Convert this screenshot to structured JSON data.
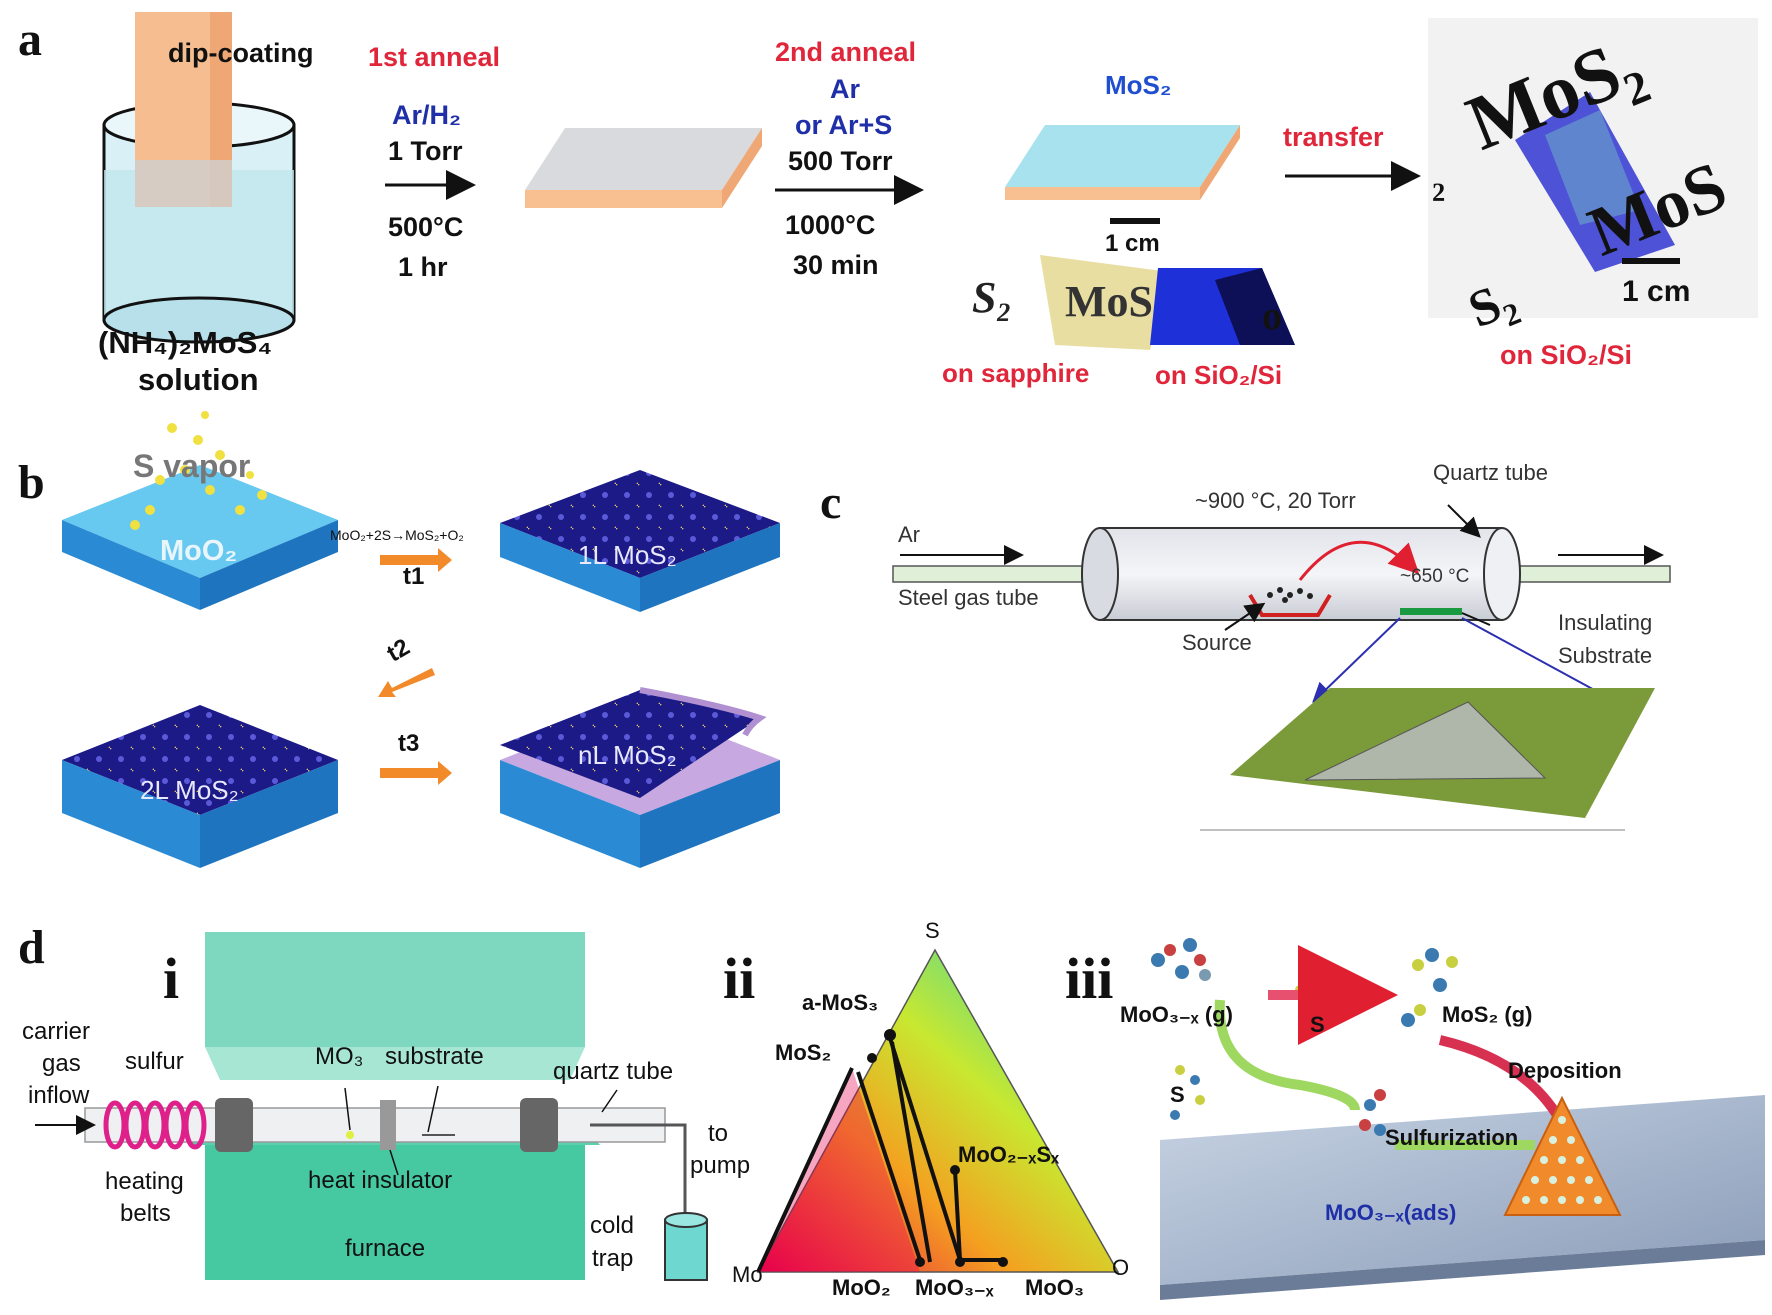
{
  "panels": {
    "a": "a",
    "b": "b",
    "c": "c",
    "d": "d",
    "i": "i",
    "ii": "ii",
    "iii": "iii"
  },
  "panel_a": {
    "dip_coating": "dip-coating",
    "solution_line1": "(NH₄)₂MoS₄",
    "solution_line2": "solution",
    "anneal1_title": "1st anneal",
    "anneal1_gas": "Ar/H₂",
    "anneal1_pressure": "1 Torr",
    "anneal1_temp": "500°C",
    "anneal1_time": "1 hr",
    "anneal2_title": "2nd anneal",
    "anneal2_gas1": "Ar",
    "anneal2_gas2": "or Ar+S",
    "anneal2_pressure": "500 Torr",
    "anneal2_temp": "1000°C",
    "anneal2_time": "30 min",
    "product": "MoS₂",
    "scale1": "1 cm",
    "transfer": "transfer",
    "on_sapphire": "on sapphire",
    "on_sio2_1": "on SiO₂/Si",
    "scale2": "1 cm",
    "on_sio2_2": "on SiO₂/Si",
    "photo_text_1": "MoS₂",
    "photo_text_2": "MoS",
    "photo_text_3": "S₂",
    "photo_text_4": "₂",
    "sapphire_text_1": "S₂",
    "sapphire_text_2": "MoS",
    "sio2_text": "o"
  },
  "panel_b": {
    "s_vapor": "S vapor",
    "moo2": "MoO₂",
    "reaction": "MoO₂+2S→MoS₂+O₂",
    "t1": "t1",
    "t2": "t2",
    "t3": "t3",
    "layer1": "1L MoS₂",
    "layer2": "2L MoS₂",
    "layern": "nL MoS₂"
  },
  "panel_c": {
    "temp": "~900 °C, 20 Torr",
    "quartz_tube": "Quartz tube",
    "ar": "Ar",
    "steel_tube": "Steel gas tube",
    "deposit_temp": "~650 °C",
    "source": "Source",
    "insulating1": "Insulating",
    "insulating2": "Substrate"
  },
  "panel_d_i": {
    "carrier1": "carrier",
    "carrier2": "gas",
    "carrier3": "inflow",
    "sulfur": "sulfur",
    "mo3": "MO₃",
    "substrate": "substrate",
    "quartz": "quartz tube",
    "to1": "to",
    "to2": "pump",
    "heating1": "heating",
    "heating2": "belts",
    "insulator": "heat insulator",
    "cold1": "cold",
    "cold2": "trap",
    "furnace": "furnace"
  },
  "panel_d_ii": {
    "s": "S",
    "mo": "Mo",
    "o": "O",
    "amos3": "a-MoS₃",
    "mos2": "MoS₂",
    "moo2xsx": "MoO₂₋ₓSₓ",
    "moo2": "MoO₂",
    "moo3x": "MoO₃₋ₓ",
    "moo3": "MoO₃"
  },
  "panel_d_iii": {
    "moo3x_g": "MoO₃₋ₓ (g)",
    "s1": "S",
    "mos2_g": "MoS₂ (g)",
    "deposition": "Deposition",
    "s2": "S",
    "sulfurization": "Sulfurization",
    "moo3x_ads": "MoO₃₋ₓ(ads)"
  },
  "colors": {
    "red_label": "#e0263a",
    "blue_label": "#1f2fa8",
    "substrate_blue": "#3aa6e0",
    "mos2_navy": "#1a1a7a",
    "furnace_green": "#46c9a0",
    "arrow_orange": "#f28a2a"
  }
}
